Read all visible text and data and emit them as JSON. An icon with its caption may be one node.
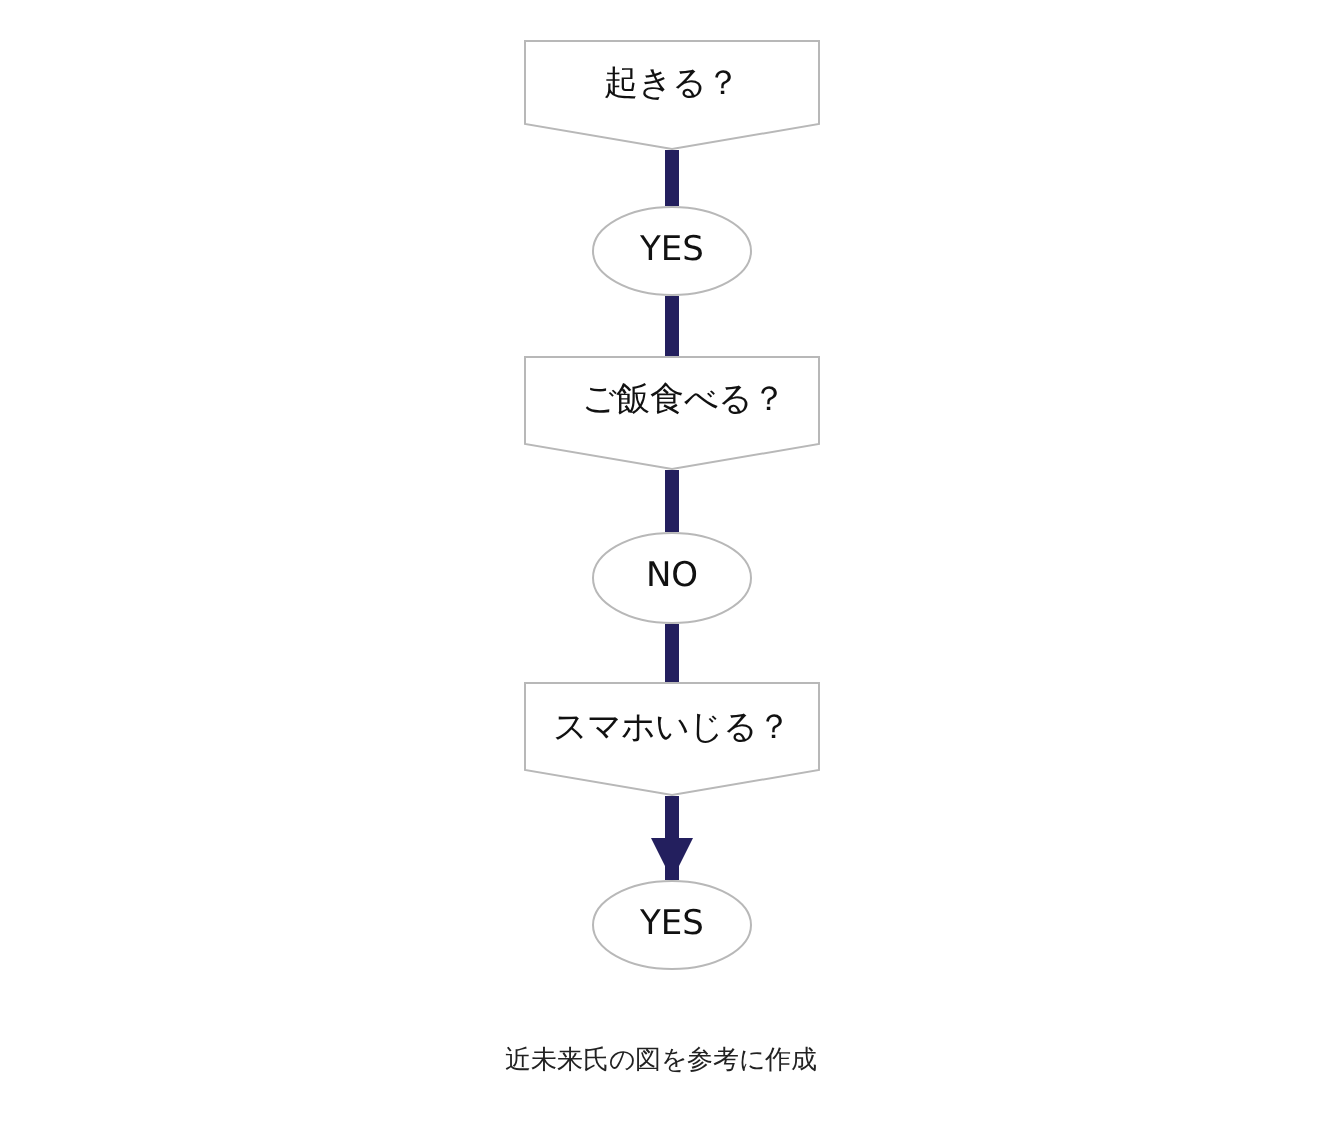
{
  "diagram": {
    "caption": "近未来氏の図を参考に作成",
    "nodes": [
      {
        "text": [
          "起きる？"
        ]
      },
      {
        "text": [
          "YES"
        ]
      },
      {
        "text": [
          "ご飯食べる？"
        ]
      },
      {
        "text": [
          "NO"
        ]
      },
      {
        "text": [
          "スマホいじる？"
        ]
      },
      {
        "text": [
          "YES"
        ]
      }
    ],
    "edges": [
      {
        "from": 0,
        "to": 1,
        "arrow": "none"
      },
      {
        "from": 1,
        "to": 2,
        "arrow": "none"
      },
      {
        "from": 2,
        "to": 3,
        "arrow": "none"
      },
      {
        "from": 3,
        "to": 4,
        "arrow": "none"
      },
      {
        "from": 4,
        "to": 5,
        "arrow": "to"
      }
    ]
  }
}
